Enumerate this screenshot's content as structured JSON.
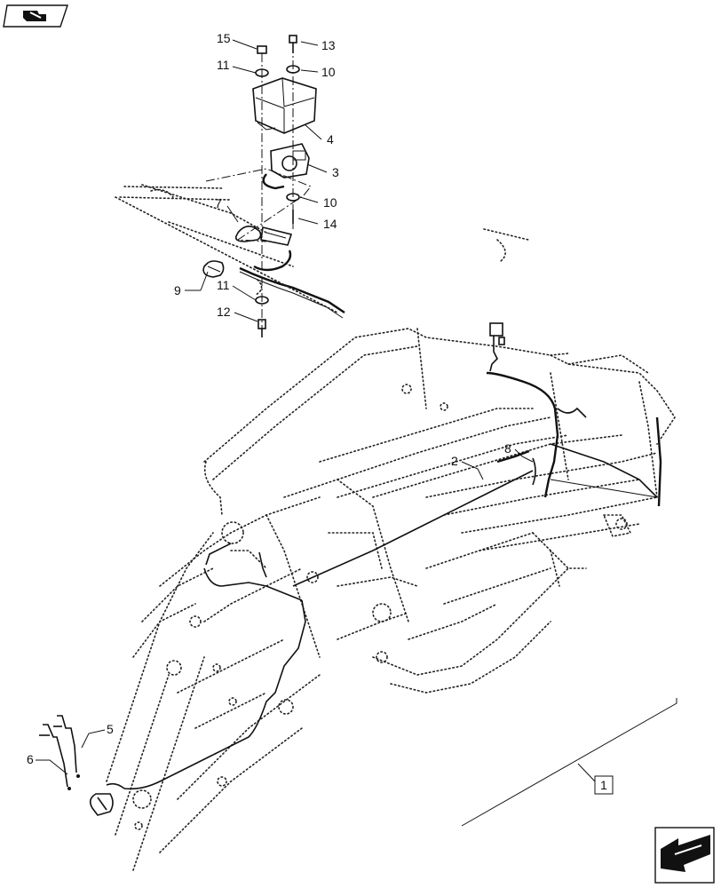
{
  "callouts": {
    "c15": "15",
    "c13": "13",
    "c11a": "11",
    "c10a": "10",
    "c4": "4",
    "c3": "3",
    "c10b": "10",
    "c7": "7",
    "c14": "14",
    "c9": "9",
    "c11b": "11",
    "c12": "12",
    "c2": "2",
    "c8": "8",
    "c5": "5",
    "c6": "6",
    "c1": "1"
  },
  "icons": {
    "top_left": "book-hand-icon",
    "bottom_right": "next-page-arrow-icon"
  }
}
